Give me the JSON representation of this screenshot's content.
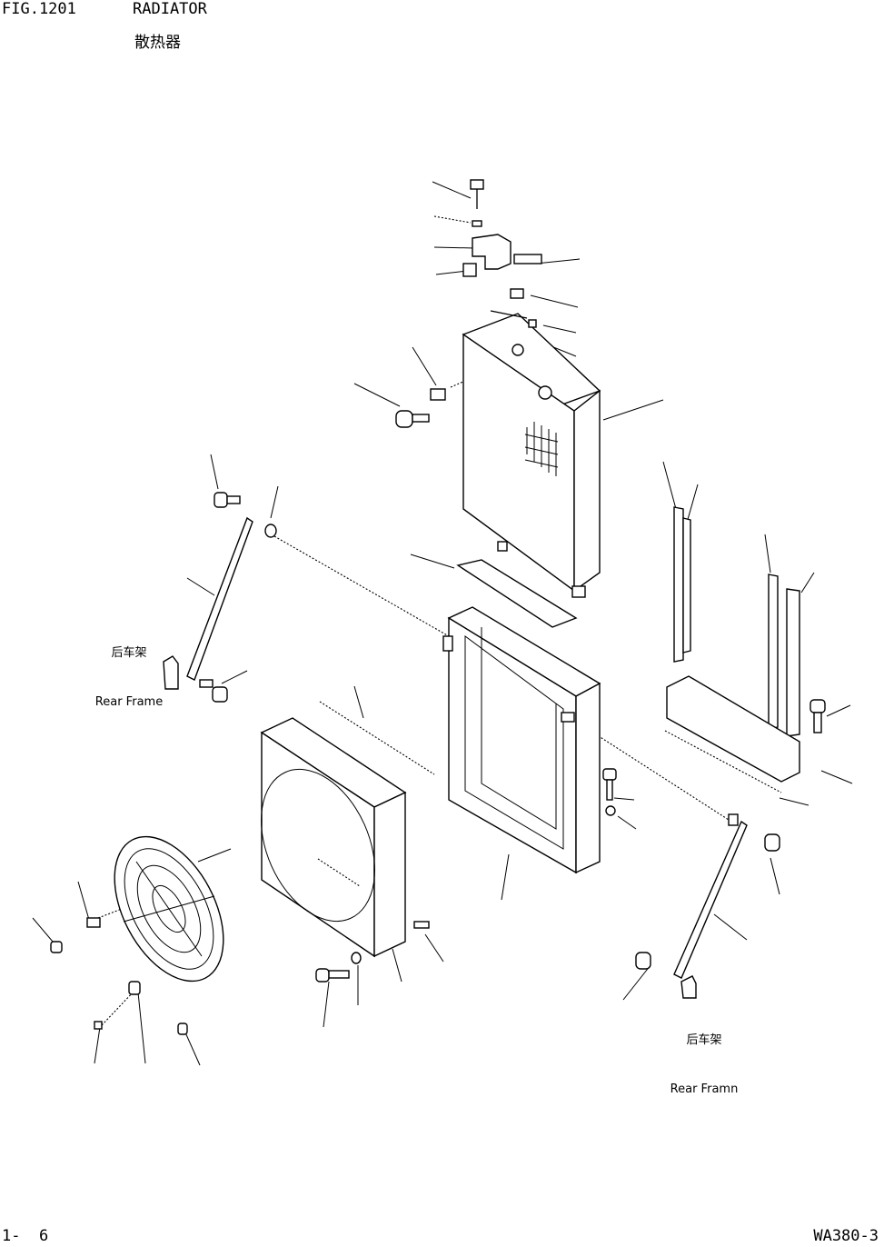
{
  "header": {
    "fig_number": "FIG.1201",
    "title_en": "RADIATOR",
    "title_cn": "散热器"
  },
  "labels": {
    "rear_frame_left_cn": "后车架",
    "rear_frame_left_en": "Rear Frame",
    "rear_frame_right_cn": "后车架",
    "rear_frame_right_en": "Rear Framn"
  },
  "footer": {
    "page": "1-  6",
    "model": "WA380-3"
  }
}
